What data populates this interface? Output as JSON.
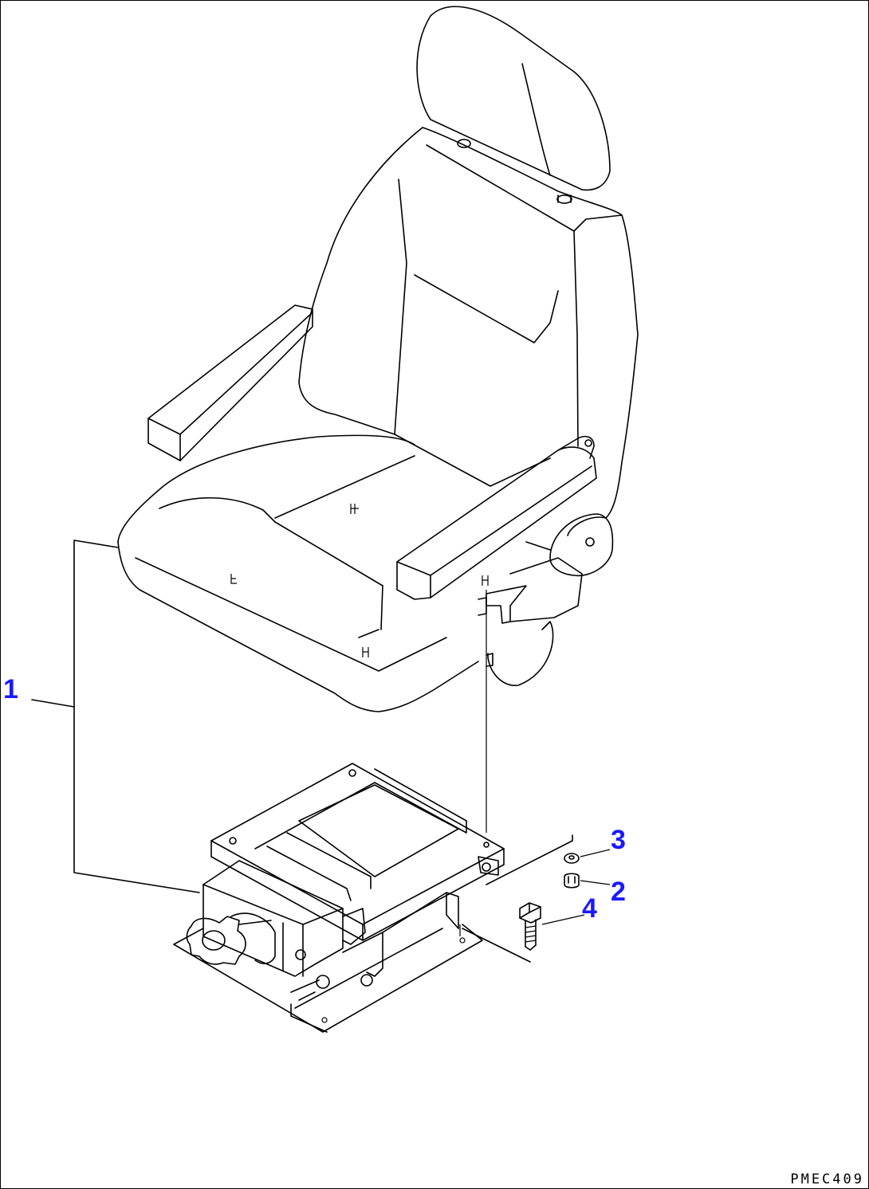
{
  "callouts": {
    "c1": "1",
    "c2": "2",
    "c3": "3",
    "c4": "4"
  },
  "drawing_code": "PMEC409",
  "colors": {
    "callout": "#1a1aff",
    "linework": "#000000",
    "background": "#ffffff"
  }
}
